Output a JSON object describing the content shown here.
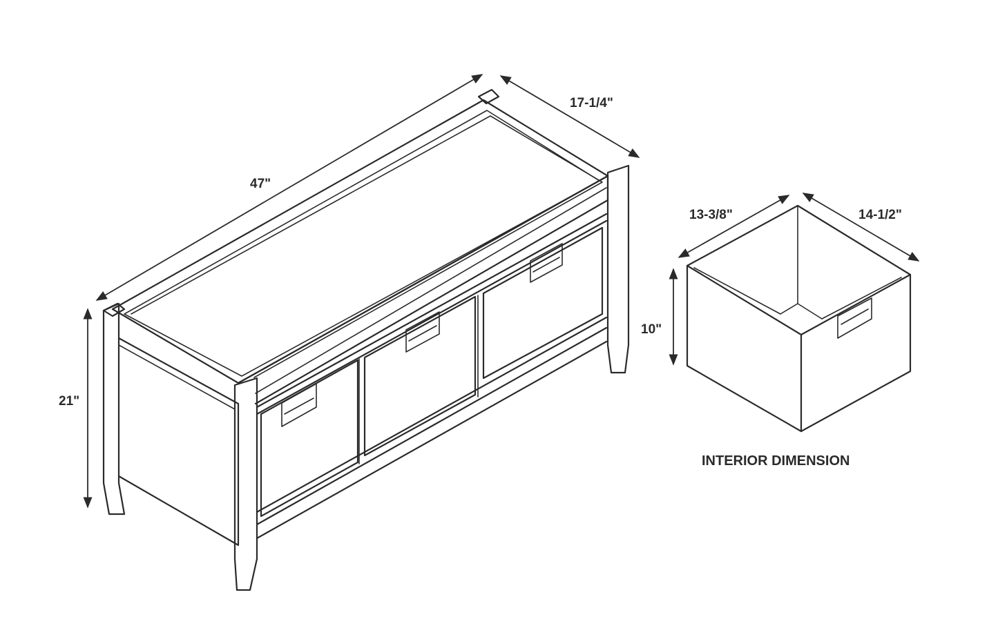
{
  "bench": {
    "width_label": "47\"",
    "depth_label": "17-1/4\"",
    "height_label": "21\""
  },
  "bin": {
    "width_label": "13-3/8\"",
    "depth_label": "14-1/2\"",
    "height_label": "10\"",
    "caption": "INTERIOR DIMENSION"
  },
  "colors": {
    "line": "#2a2a2a",
    "background": "#ffffff"
  }
}
